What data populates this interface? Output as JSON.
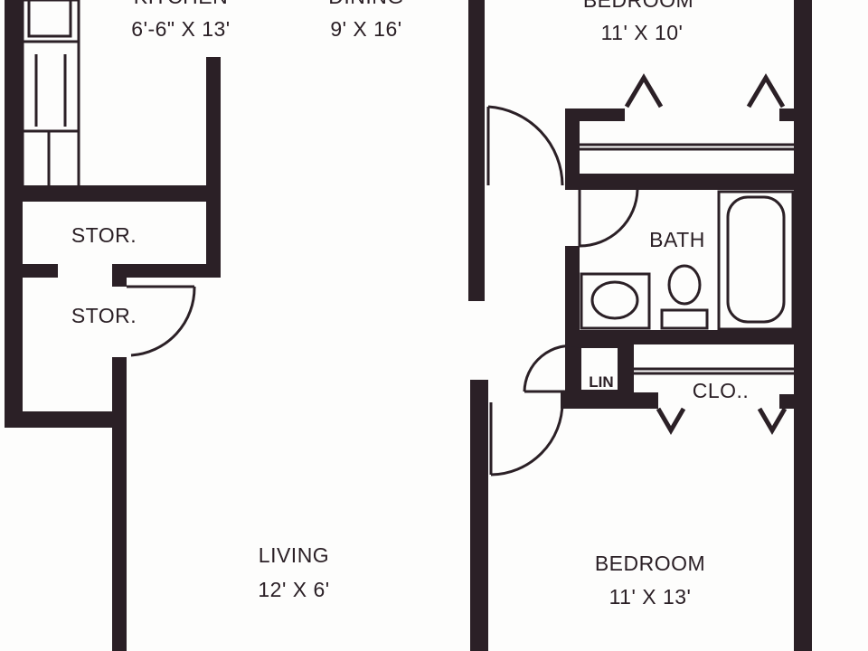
{
  "rooms": {
    "kitchen": {
      "name": "KITCHEN",
      "size": "6'-6\" X 13'"
    },
    "dining": {
      "name": "DINING",
      "size": "9' X 16'"
    },
    "bedroom_top": {
      "name": "BEDROOM",
      "size": "11' X 10'"
    },
    "stor_1": {
      "name": "STOR."
    },
    "stor_2": {
      "name": "STOR."
    },
    "bath": {
      "name": "BATH"
    },
    "lin": {
      "name": "LIN"
    },
    "clo": {
      "name": "CLO.."
    },
    "living": {
      "name": "LIVING",
      "size": "12' X 6'"
    },
    "bedroom_bottom": {
      "name": "BEDROOM",
      "size": "11' X 13'"
    }
  }
}
